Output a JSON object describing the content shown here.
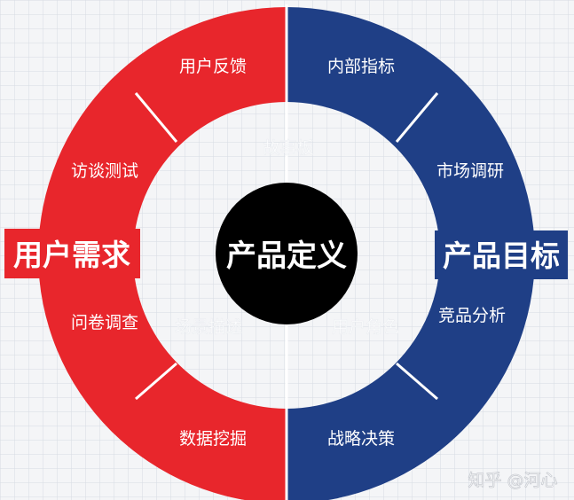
{
  "center": {
    "label": "产品定义"
  },
  "left": {
    "title": "用户需求",
    "color": "#e8262c",
    "items": [
      "用户反馈",
      "访谈测试",
      "问卷调查",
      "数据挖掘"
    ]
  },
  "right": {
    "title": "产品目标",
    "color": "#1f3f86",
    "items": [
      "内部指标",
      "市场调研",
      "竞品分析",
      "战略决策"
    ]
  },
  "inner": [
    "故事板",
    "场景描述",
    "用户角色"
  ],
  "watermark": "知乎 @河心"
}
